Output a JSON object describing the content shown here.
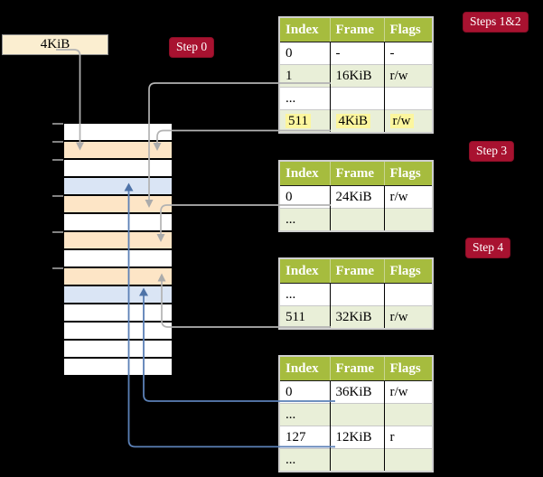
{
  "colors": {
    "background": "#000000",
    "accent_red": "#A81230",
    "header_green": "#A6BC3E",
    "row_light_green": "#E9EFD8",
    "highlight_yellow": "#FCF69E",
    "page_box_cream": "#FBEED0",
    "frame_peach": "#FDE5C6",
    "frame_blue": "#DAE5F5",
    "connector_gray": "#B3B3B3",
    "connector_blue": "#5B80B6"
  },
  "page_box": {
    "label": "4KiB"
  },
  "labels": {
    "step0": "Step 0",
    "steps12": "Steps 1&2",
    "step3": "Step 3",
    "step4": "Step 4"
  },
  "stack": {
    "rows": [
      "white",
      "peach",
      "white",
      "blue",
      "peach",
      "white",
      "peach",
      "white",
      "peach",
      "blue",
      "white",
      "white",
      "white",
      "white"
    ]
  },
  "tables": [
    {
      "id": "page-table-steps-1-2",
      "headers": [
        "Index",
        "Frame",
        "Flags"
      ],
      "rows": [
        [
          "0",
          "-",
          "-"
        ],
        [
          "1",
          "16KiB",
          "r/w"
        ],
        [
          "...",
          "",
          ""
        ],
        [
          "511",
          "4KiB",
          "r/w"
        ]
      ]
    },
    {
      "id": "page-table-step-3",
      "headers": [
        "Index",
        "Frame",
        "Flags"
      ],
      "rows": [
        [
          "0",
          "24KiB",
          "r/w"
        ],
        [
          "...",
          "",
          ""
        ]
      ]
    },
    {
      "id": "page-table-step-4-upper",
      "headers": [
        "Index",
        "Frame",
        "Flags"
      ],
      "rows": [
        [
          "...",
          "",
          ""
        ],
        [
          "511",
          "32KiB",
          "r/w"
        ]
      ]
    },
    {
      "id": "page-table-step-4-lower",
      "headers": [
        "Index",
        "Frame",
        "Flags"
      ],
      "rows": [
        [
          "0",
          "36KiB",
          "r/w"
        ],
        [
          "...",
          "",
          ""
        ],
        [
          "127",
          "12KiB",
          "r"
        ],
        [
          "...",
          "",
          ""
        ]
      ]
    }
  ]
}
